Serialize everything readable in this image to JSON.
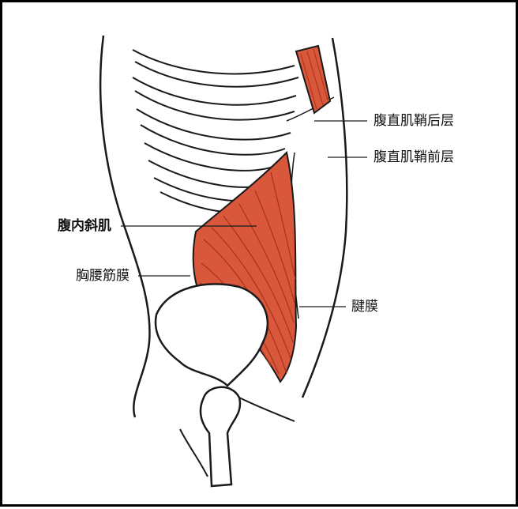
{
  "labels": {
    "posterior_sheath": "腹直肌鞘后层",
    "anterior_sheath": "腹直肌鞘前层",
    "internal_oblique": "腹内斜肌",
    "thoracolumbar_fascia": "胸腰筋膜",
    "aponeurosis": "腱膜"
  },
  "colors": {
    "muscle": "#d9573a",
    "muscle_dark": "#a8321c",
    "line": "#1a1a1a",
    "bone": "#ffffff"
  }
}
